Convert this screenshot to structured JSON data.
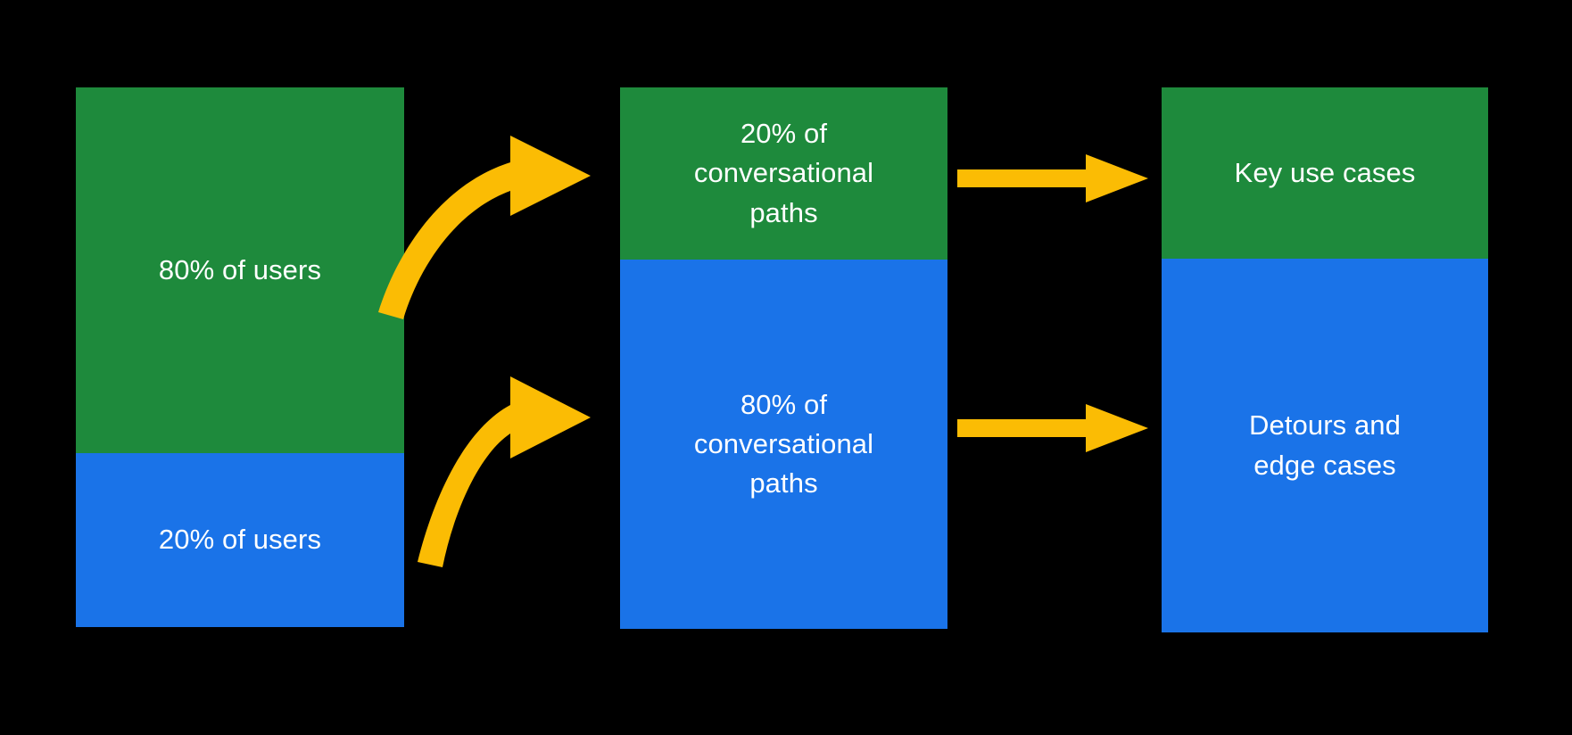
{
  "diagram": {
    "title": "80/20 conversational design funnel",
    "background_color": "#000000",
    "colors": {
      "green": "#1E8A3C",
      "blue": "#1A73E8",
      "arrow_yellow": "#FBBC04",
      "text": "#FFFFFF"
    },
    "columns": [
      {
        "id": "users",
        "name": "users-column",
        "segments": [
          {
            "id": "users-majority",
            "label": "80% of users",
            "color": "#1E8A3C",
            "share": 80
          },
          {
            "id": "users-minority",
            "label": "20% of users",
            "color": "#1A73E8",
            "share": 20
          }
        ]
      },
      {
        "id": "paths",
        "name": "conversational-paths-column",
        "segments": [
          {
            "id": "paths-minority",
            "label": "20% of\nconversational\npaths",
            "color": "#1E8A3C",
            "share": 20
          },
          {
            "id": "paths-majority",
            "label": "80% of\nconversational\npaths",
            "color": "#1A73E8",
            "share": 80
          }
        ]
      },
      {
        "id": "outcomes",
        "name": "outcomes-column",
        "segments": [
          {
            "id": "outcome-key-use-cases",
            "label": "Key use cases",
            "color": "#1E8A3C",
            "share": 20
          },
          {
            "id": "outcome-detours",
            "label": "Detours and\nedge cases",
            "color": "#1A73E8",
            "share": 80
          }
        ]
      }
    ],
    "arrows": [
      {
        "id": "curve-users-majority-to-paths-minority",
        "style": "curved",
        "color": "#FBBC04",
        "from": "users-majority",
        "to": "paths-minority"
      },
      {
        "id": "curve-users-minority-to-paths-majority",
        "style": "curved",
        "color": "#FBBC04",
        "from": "users-minority",
        "to": "paths-majority"
      },
      {
        "id": "straight-paths-minority-to-key-use-cases",
        "style": "straight",
        "color": "#FBBC04",
        "from": "paths-minority",
        "to": "outcome-key-use-cases"
      },
      {
        "id": "straight-paths-majority-to-detours",
        "style": "straight",
        "color": "#FBBC04",
        "from": "paths-majority",
        "to": "outcome-detours"
      }
    ]
  }
}
